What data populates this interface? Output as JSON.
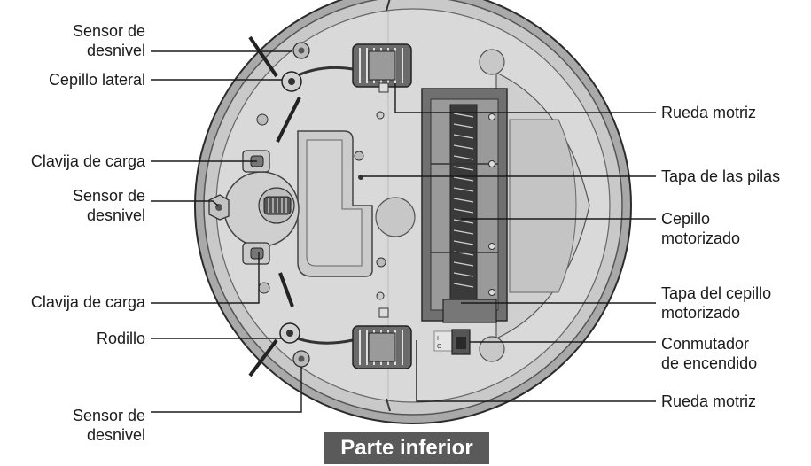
{
  "labels_left": {
    "cliff_sensor_top_1": "Sensor de",
    "cliff_sensor_top_2": "desnivel",
    "side_brush": "Cepillo lateral",
    "charging_pin_top": "Clavija de carga",
    "cliff_sensor_mid_1": "Sensor de",
    "cliff_sensor_mid_2": "desnivel",
    "charging_pin_bottom": "Clavija de carga",
    "roller": "Rodillo",
    "cliff_sensor_bottom_1": "Sensor de",
    "cliff_sensor_bottom_2": "desnivel"
  },
  "labels_right": {
    "drive_wheel_top": "Rueda motriz",
    "battery_cover": "Tapa de las pilas",
    "brush_1": "Cepillo",
    "brush_2": "motorizado",
    "brush_cover_1": "Tapa del cepillo",
    "brush_cover_2": "motorizado",
    "power_switch_1": "Conmutador",
    "power_switch_2": "de encendido",
    "drive_wheel_bottom": "Rueda motriz"
  },
  "caption": "Parte inferior",
  "switch_text": "I\nO",
  "colors": {
    "body_fill": "#d4d4d4",
    "rim_fill": "#bdbdbd",
    "brush_housing": "#6e6e6e",
    "caption_bg": "#5a5a5a",
    "line": "#1a1a1a"
  }
}
